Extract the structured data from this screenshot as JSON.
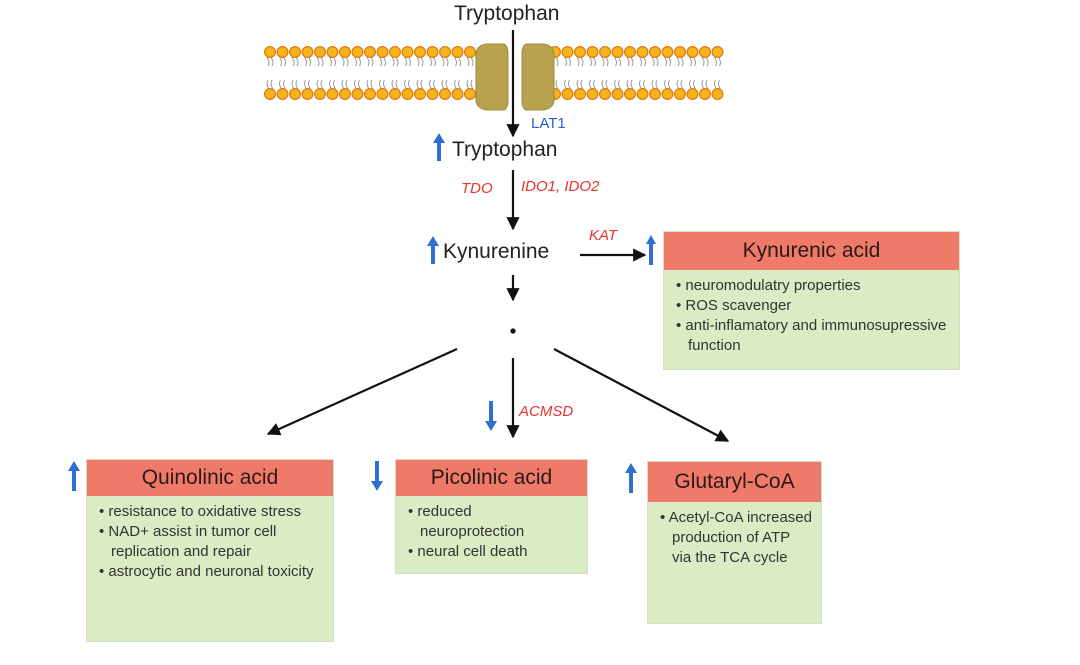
{
  "extracellular": {
    "metabolite": "Tryptophan"
  },
  "transporter": {
    "label": "LAT1"
  },
  "intracellular_tryptophan": {
    "label": "Tryptophan",
    "trend": "up"
  },
  "enzymes": {
    "tdo": "TDO",
    "ido": "IDO1, IDO2",
    "kat": "KAT",
    "acmsd": "ACMSD"
  },
  "kynurenine": {
    "label": "Kynurenine",
    "trend": "up"
  },
  "kynurenic_acid": {
    "title": "Kynurenic acid",
    "trend": "up",
    "items": [
      "neuromodulatry properties",
      "ROS scavenger",
      "anti-inflamatory and immunosupressive function"
    ]
  },
  "quinolinic_acid": {
    "title": "Quinolinic acid",
    "trend": "up",
    "items": [
      "resistance to oxidative stress",
      "NAD+ assist in tumor cell replication and repair",
      "astrocytic and neuronal toxicity"
    ]
  },
  "picolinic_acid": {
    "title": "Picolinic acid",
    "trend": "down",
    "items": [
      "reduced neuroprotection",
      "neural cell death"
    ]
  },
  "glutaryl_coa": {
    "title": "Glutaryl-CoA",
    "trend": "up",
    "items": [
      "Acetyl-CoA increased production of ATP via the TCA cycle"
    ]
  },
  "colors": {
    "trend_arrow": "#2f6fd0",
    "enzyme_text": "#e8332e",
    "transporter_text": "#2e5bd6",
    "box_header": "#f07a6a",
    "box_body": "#d9ecc4",
    "lipid_head": "#f5b41c",
    "channel": "#b9a24e"
  }
}
